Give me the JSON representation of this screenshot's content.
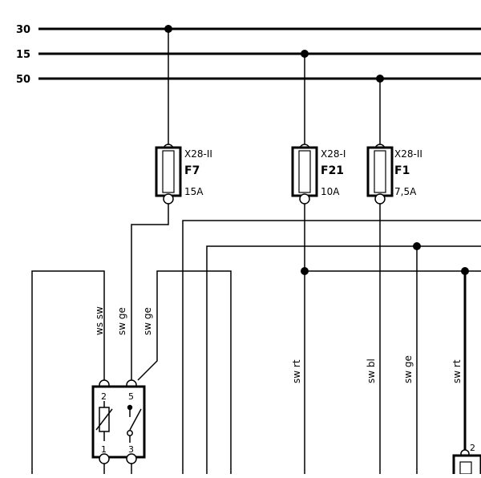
{
  "bus_lines": [
    {
      "label": "30"
    },
    {
      "label": "15"
    },
    {
      "label": "50"
    }
  ],
  "fuses": [
    {
      "connector": "X28-II",
      "id": "F7",
      "rating": "15A"
    },
    {
      "connector": "X28-I",
      "id": "F21",
      "rating": "10A"
    },
    {
      "connector": "X28-II",
      "id": "F1",
      "rating": "7,5A"
    }
  ],
  "wire_labels": {
    "ws_sw": "ws sw",
    "sw_ge_1": "sw ge",
    "sw_ge_2": "sw ge",
    "sw_rt_1": "sw rt",
    "sw_bl": "sw bl",
    "sw_ge_3": "sw ge",
    "sw_rt_2": "sw rt"
  },
  "relay_pins": {
    "pin_2": "2",
    "pin_5": "5",
    "pin_1": "1",
    "pin_3": "3"
  },
  "right_component_pin": "2"
}
